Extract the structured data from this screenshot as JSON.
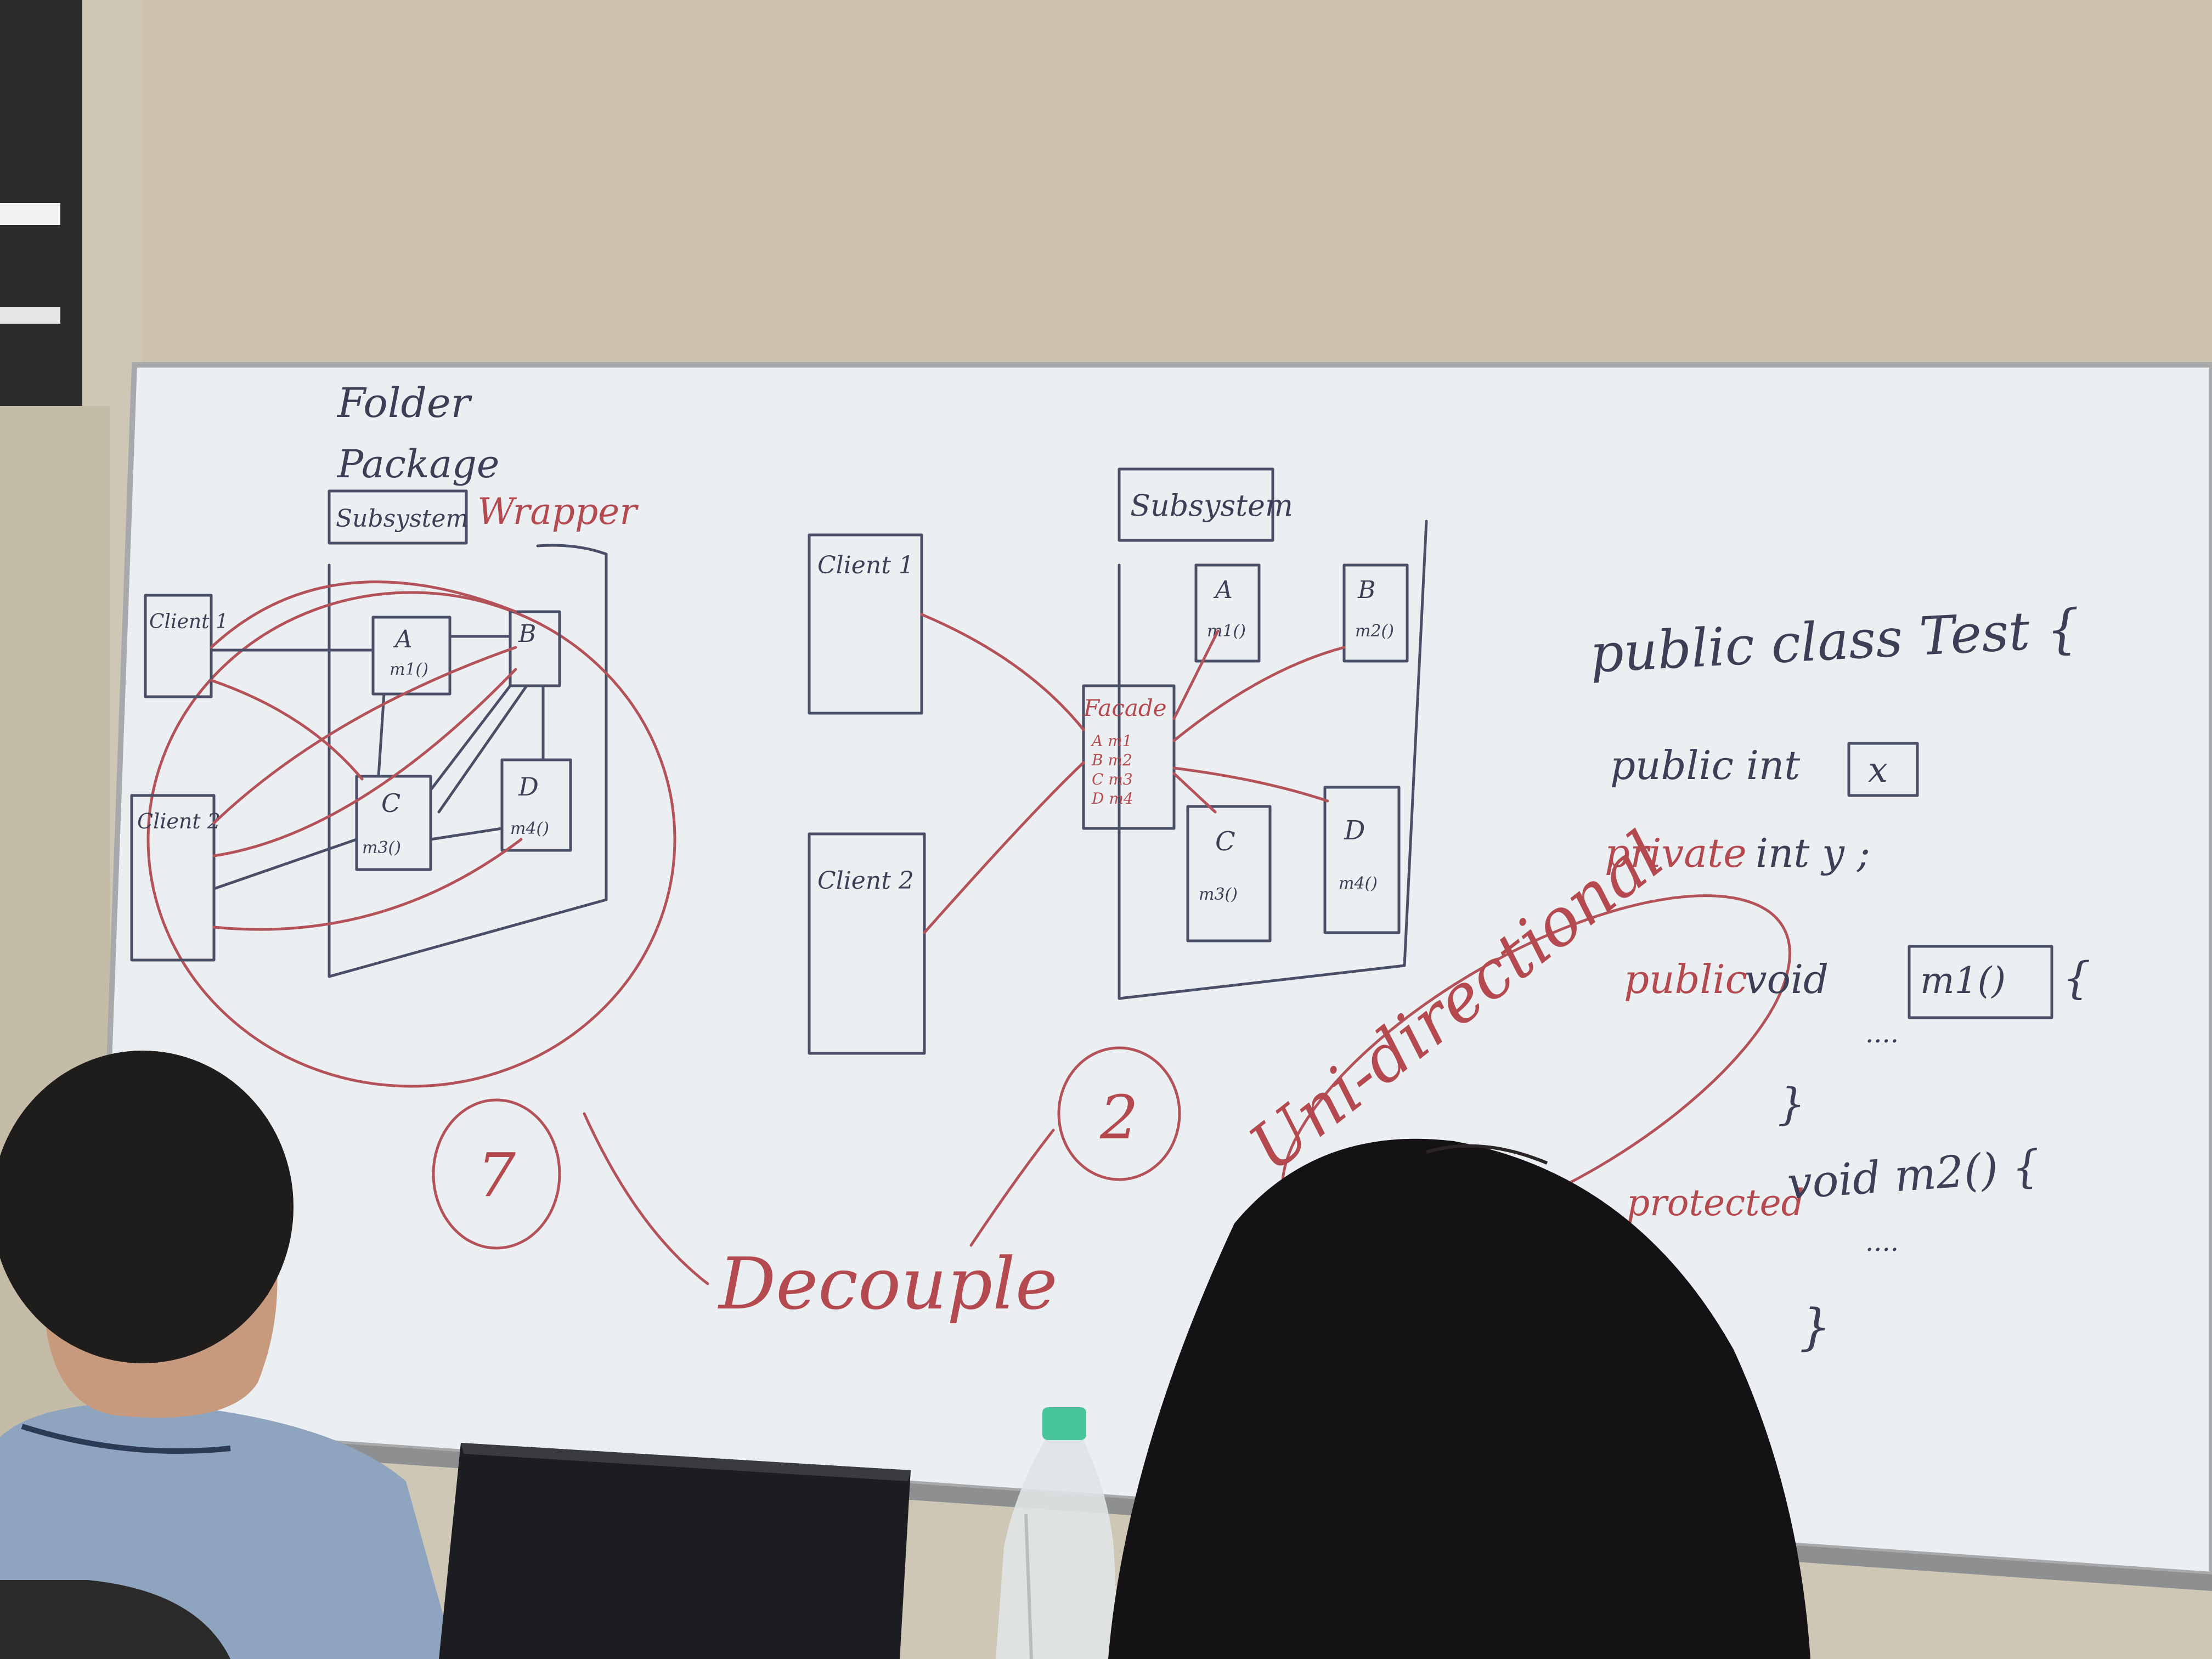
{
  "left_diagram": {
    "folder": "Folder",
    "package": "Package",
    "subsystem": "Subsystem",
    "wrapper": "Wrapper",
    "client1": "Client 1",
    "client2": "Client 2",
    "a": "A",
    "a_method": "m1()",
    "b": "B",
    "c": "C",
    "c_method": "m3()",
    "d": "D",
    "d_method": "m4()"
  },
  "middle_diagram": {
    "subsystem": "Subsystem",
    "client1": "Client 1",
    "client2": "Client 2",
    "facade": "Facade",
    "facade_methods": [
      "A m1",
      "B m2",
      "C m3",
      "D m4"
    ],
    "a": "A",
    "a_method": "m1()",
    "b": "B",
    "b_method": "m2()",
    "c": "C",
    "c_method": "m3()",
    "d": "D",
    "d_method": "m4()"
  },
  "annotations": {
    "count_left": "7",
    "count_right": "2",
    "decouple": "Decouple",
    "uni_directional": "Uni-directional"
  },
  "code": {
    "line1": "public class Test {",
    "line2_kw": "public int",
    "line2_var": "x",
    "line3_kw": "private",
    "line3_rest": "int y ;",
    "line4_kw": "public",
    "line4_rest": "void",
    "line4_method": "m1()",
    "line4_brace": "{",
    "line4_dots": "....",
    "line5": "}",
    "line6_kw": "protected",
    "line6_rest": "void m2() {",
    "line6_dots": "....",
    "line7": "}"
  },
  "colors": {
    "wall": "#cfc7b6",
    "whiteboard": "#eceff2",
    "blue_marker": "#3b4057",
    "red_marker": "#b44a4f"
  }
}
